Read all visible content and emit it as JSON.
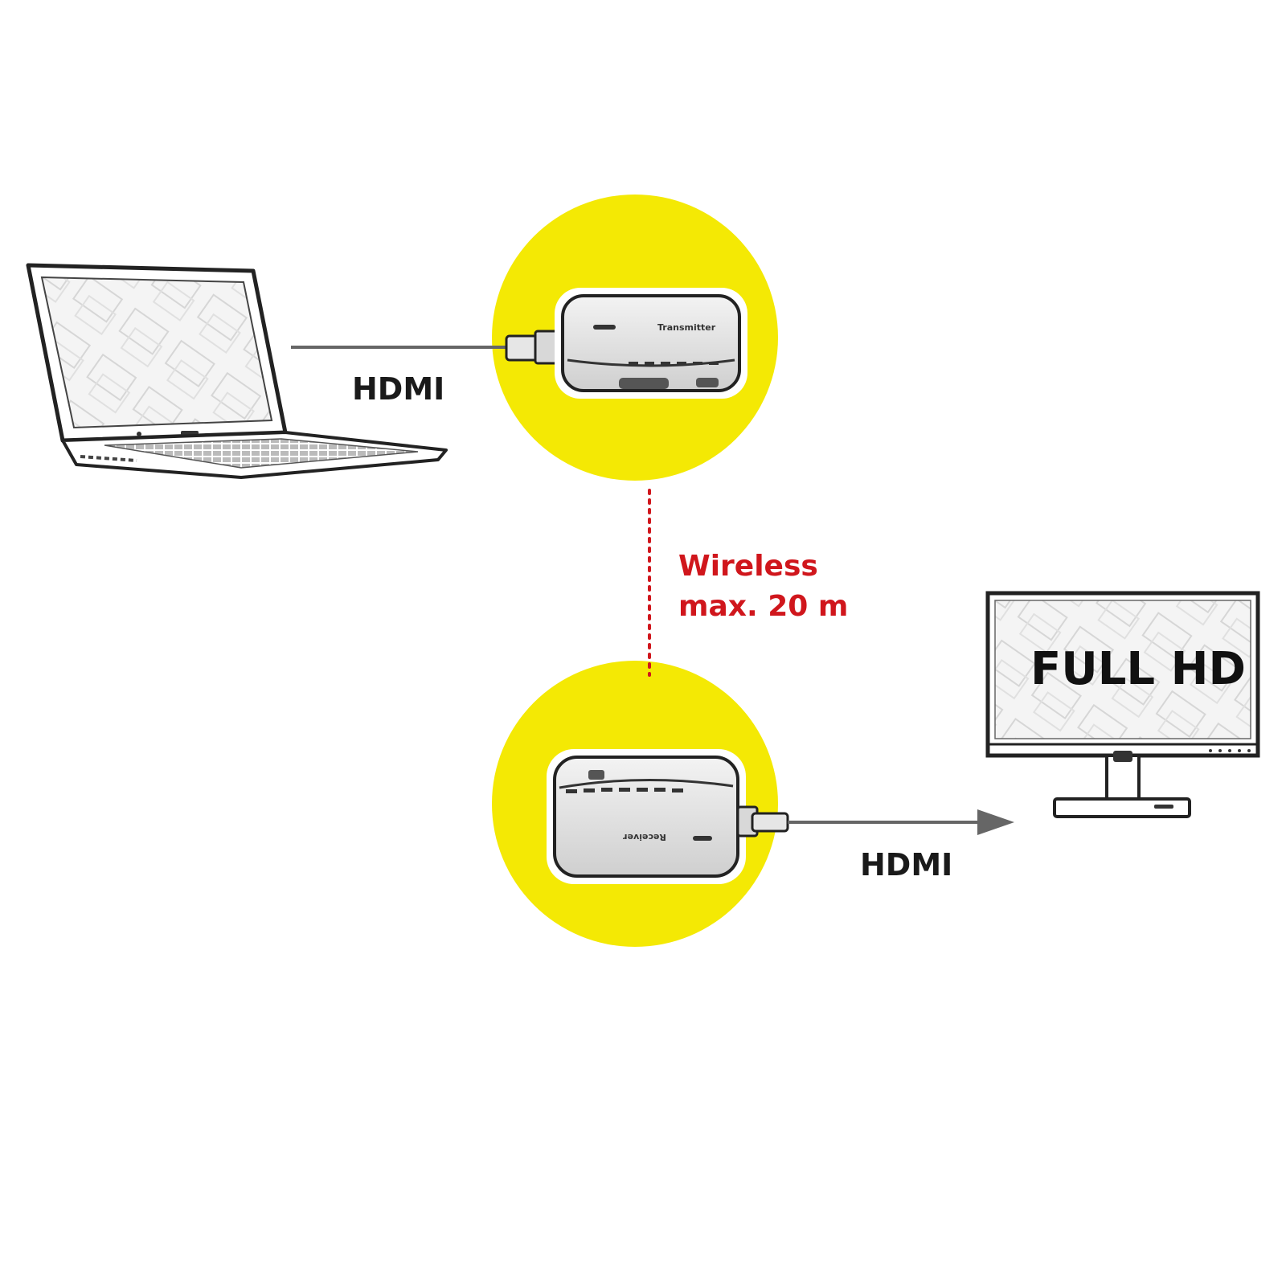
{
  "labels": {
    "hdmi_input": "HDMI",
    "hdmi_output": "HDMI",
    "wireless_line1": "Wireless",
    "wireless_line2": "max. 20 m",
    "monitor_screen": "FULL HD",
    "transmitter_text": "Transmitter",
    "receiver_text": "Receiver"
  },
  "colors": {
    "highlight_circle": "#f4e904",
    "wireless_link": "#d0161c",
    "cable": "#666666",
    "outline": "#222222"
  },
  "icons": [
    "laptop-icon",
    "transmitter-icon",
    "receiver-icon",
    "monitor-icon",
    "arrow-right-icon"
  ]
}
